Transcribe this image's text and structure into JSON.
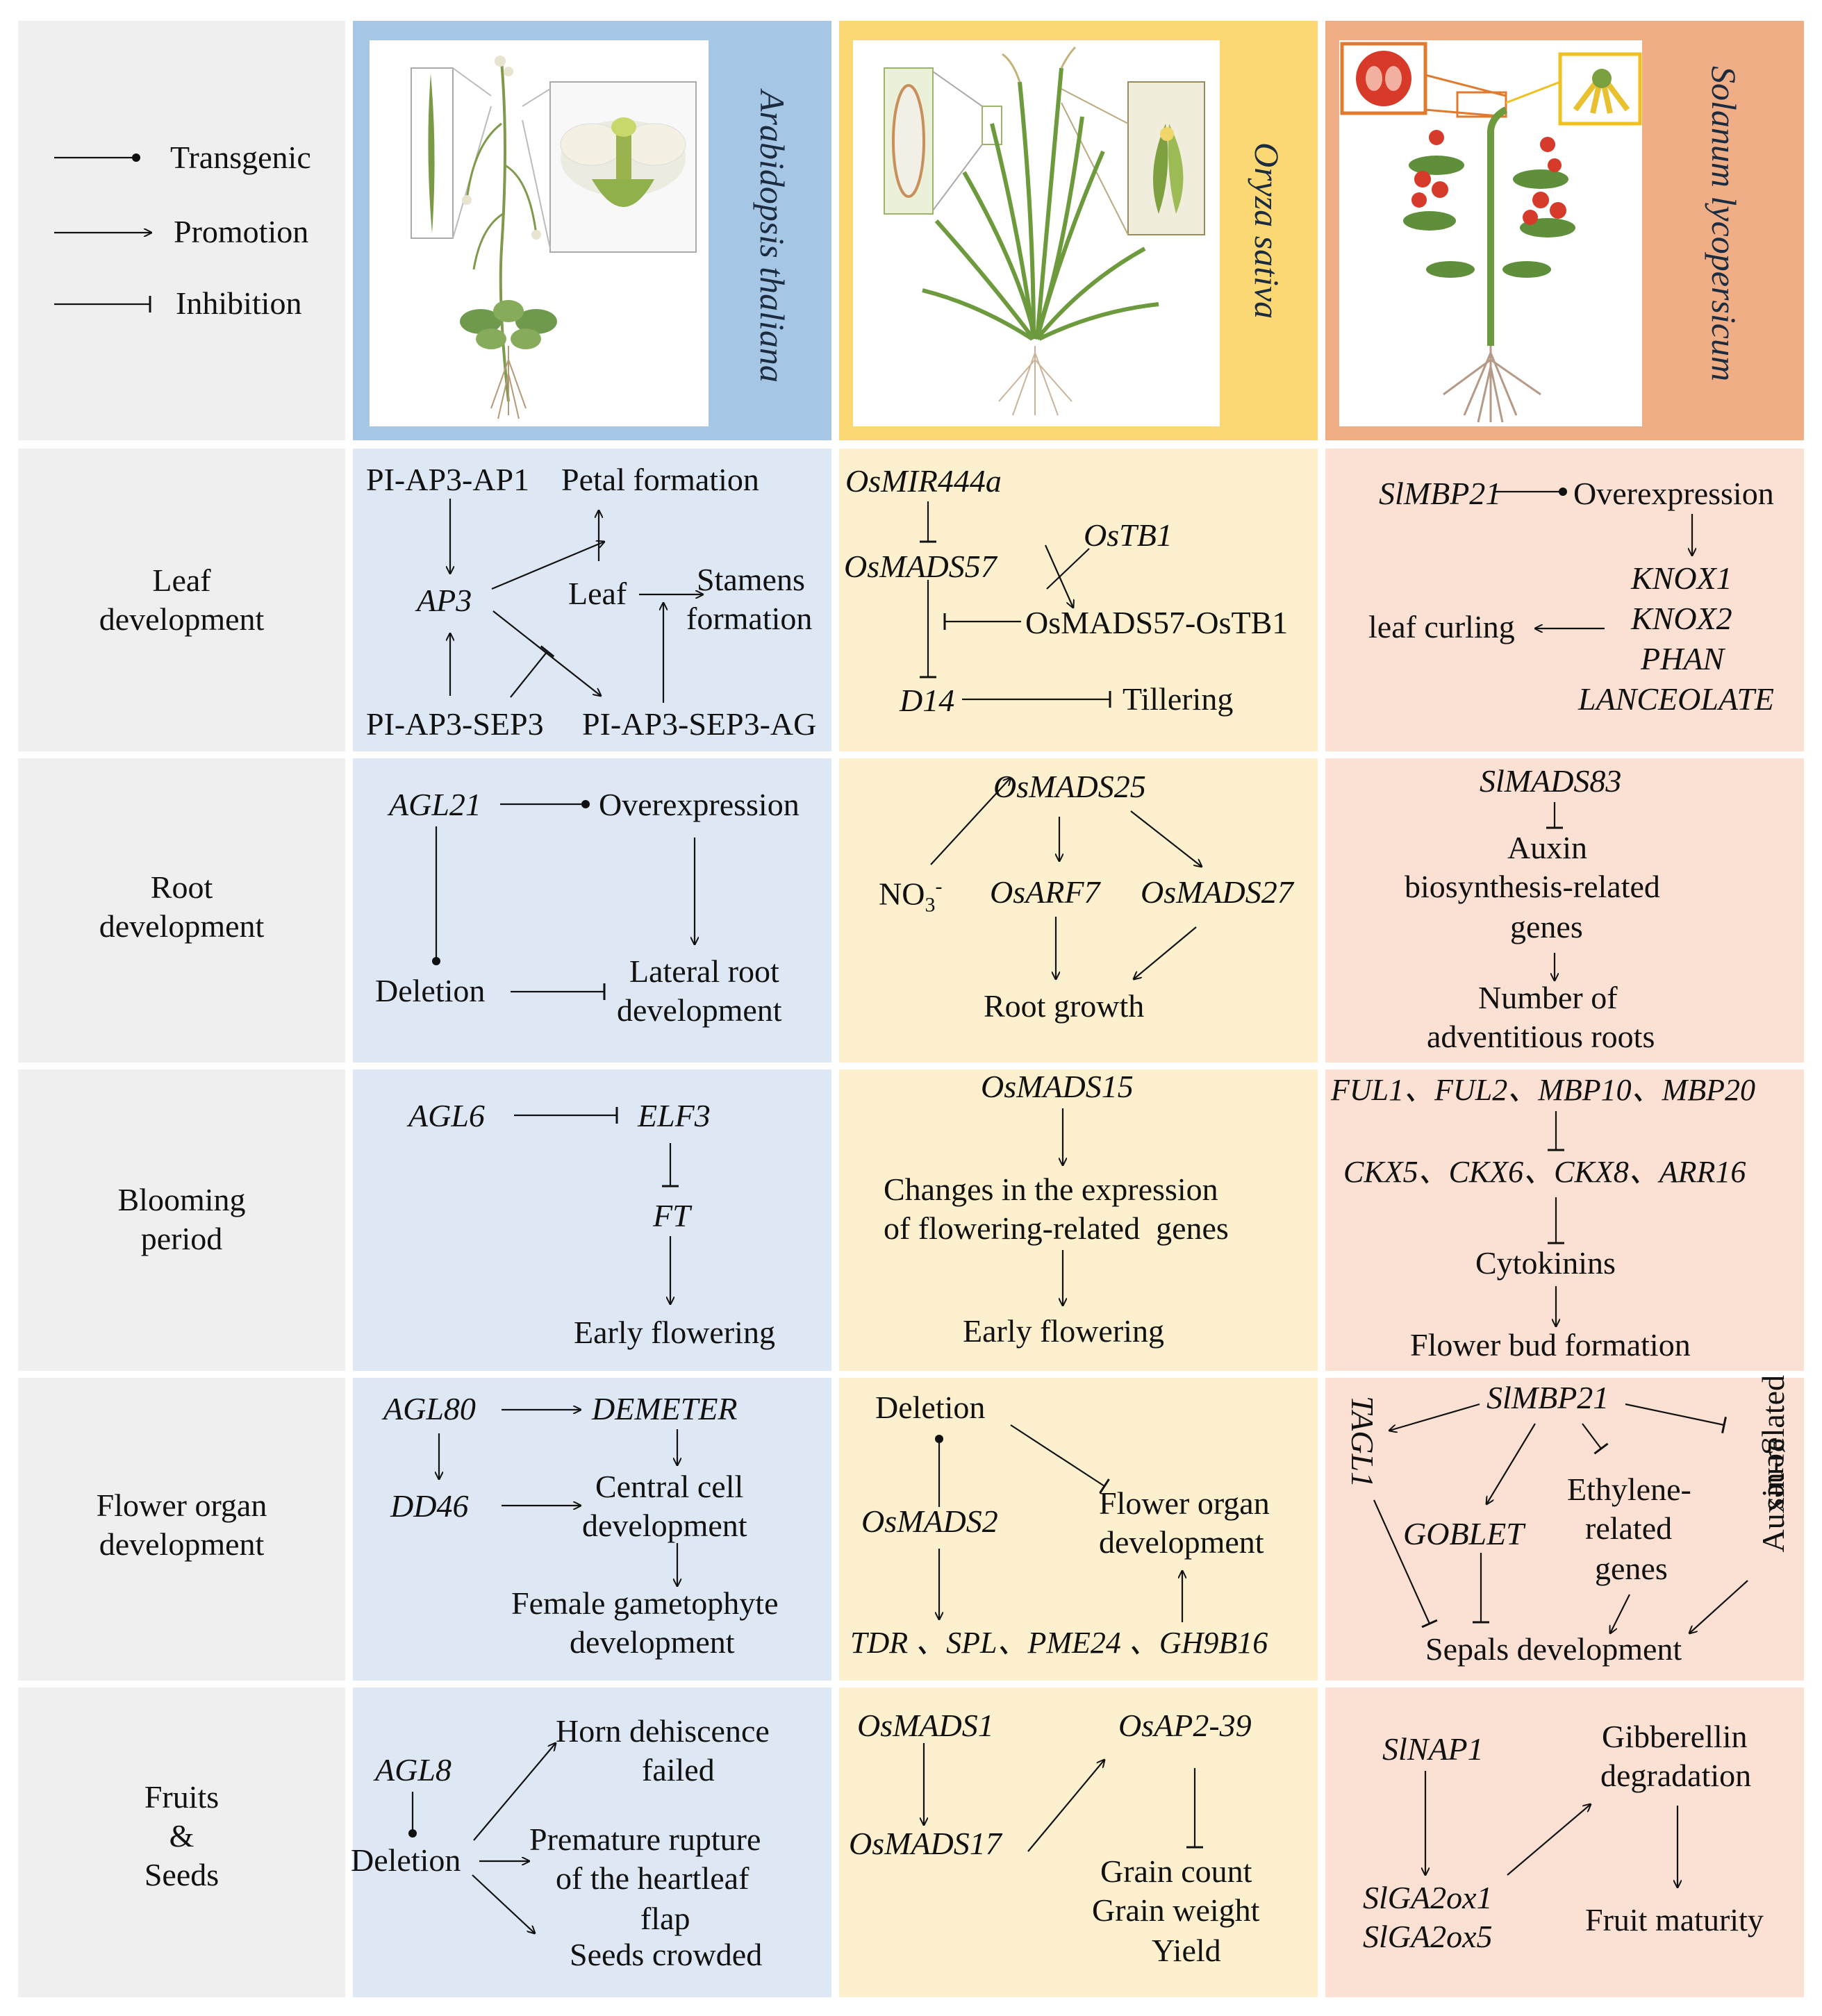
{
  "legend": {
    "transgenic": "Transgenic",
    "promotion": "Promotion",
    "inhibition": "Inhibition"
  },
  "species": {
    "arabidopsis": "Arabidopsis thaliana",
    "rice": "Oryza sativa",
    "tomato": "Solanum lycopersicum"
  },
  "rows": {
    "leaf": {
      "label1": "Leaf",
      "label2": "development"
    },
    "root": {
      "label1": "Root",
      "label2": "development"
    },
    "bloom": {
      "label1": "Blooming",
      "label2": "period"
    },
    "flower": {
      "label1": "Flower organ",
      "label2": "development"
    },
    "fruit": {
      "label1": "Fruits",
      "label2": "&",
      "label3": "Seeds"
    }
  },
  "leaf": {
    "at": {
      "n1": "PI-AP3-AP1",
      "n2": "Petal formation",
      "n3": "AP3",
      "n4": "Leaf",
      "n5": "Stamens",
      "n6": "formation",
      "n7": "PI-AP3-SEP3",
      "n8": "PI-AP3-SEP3-AG"
    },
    "os": {
      "n1": "OsMIR444a",
      "n2": "OsMADS57",
      "n3": "OsTB1",
      "n4": "OsMADS57-OsTB1",
      "n5": "D14",
      "n6": "Tillering"
    },
    "sl": {
      "n1": "SlMBP21",
      "n2": "Overexpression",
      "n3": "KNOX1",
      "n4": "KNOX2",
      "n5": "PHAN",
      "n6": "LANCEOLATE",
      "n7": "leaf curling"
    }
  },
  "root": {
    "at": {
      "n1": "AGL21",
      "n2": "Overexpression",
      "n3": "Deletion",
      "n4": "Lateral root",
      "n5": "development"
    },
    "os": {
      "n1": "OsMADS25",
      "n2": "NO",
      "n2sub": "3",
      "n2sup": "-",
      "n3": "OsARF7",
      "n4": "OsMADS27",
      "n5": "Root growth"
    },
    "sl": {
      "n1": "SlMADS83",
      "n2": "Auxin",
      "n3": "biosynthesis-related",
      "n4": "genes",
      "n5": "Number of",
      "n6": "adventitious roots"
    }
  },
  "bloom": {
    "at": {
      "n1": "AGL6",
      "n2": "ELF3",
      "n3": "FT",
      "n4": "Early flowering"
    },
    "os": {
      "n1": "OsMADS15",
      "n2": "Changes in the expression",
      "n3": "of flowering-related  genes",
      "n4": "Early flowering"
    },
    "sl": {
      "n1": "FUL1、FUL2、MBP10、MBP20",
      "n2": "CKX5、CKX6、CKX8、ARR16",
      "n3": "Cytokinins",
      "n4": "Flower bud formation"
    }
  },
  "flower": {
    "at": {
      "n1": "AGL80",
      "n2": "DEMETER",
      "n3": "DD46",
      "n4": "Central cell",
      "n5": "development",
      "n6": "Female gametophyte",
      "n7": "development"
    },
    "os": {
      "n1": "Deletion",
      "n2": "OsMADS2",
      "n3": "Flower organ",
      "n4": "development",
      "n5": "TDR 、SPL、PME24 、GH9B16"
    },
    "sl": {
      "n1": "SlMBP21",
      "n2": "TAGL1",
      "n3": "GOBLET",
      "n4": "Ethylene-",
      "n5": "related",
      "n6": "genes",
      "n7": "Auxin-related",
      "n8": "genes",
      "n9": "Sepals development"
    }
  },
  "fruit": {
    "at": {
      "n1": "AGL8",
      "n2": "Deletion",
      "n3": "Horn dehiscence",
      "n4": "failed",
      "n5": "Premature rupture",
      "n6": "of the heartleaf",
      "n7": "flap",
      "n8": "Seeds crowded"
    },
    "os": {
      "n1": "OsMADS1",
      "n2": "OsAP2-39",
      "n3": "OsMADS17",
      "n4": "Grain count",
      "n5": "Grain weight",
      "n6": "Yield"
    },
    "sl": {
      "n1": "SlNAP1",
      "n2": "Gibberellin",
      "n3": "degradation",
      "n4": "SlGA2ox1",
      "n5": "SlGA2ox5",
      "n6": "Fruit maturity"
    }
  }
}
